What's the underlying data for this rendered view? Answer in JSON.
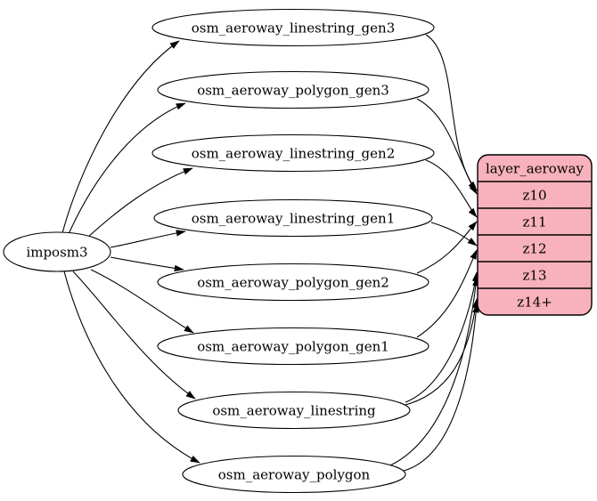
{
  "source": {
    "label": "imposm3"
  },
  "tables": [
    {
      "label": "osm_aeroway_linestring_gen3"
    },
    {
      "label": "osm_aeroway_polygon_gen3"
    },
    {
      "label": "osm_aeroway_linestring_gen2"
    },
    {
      "label": "osm_aeroway_linestring_gen1"
    },
    {
      "label": "osm_aeroway_polygon_gen2"
    },
    {
      "label": "osm_aeroway_polygon_gen1"
    },
    {
      "label": "osm_aeroway_linestring"
    },
    {
      "label": "osm_aeroway_polygon"
    }
  ],
  "layer": {
    "title": "layer_aeroway",
    "rows": [
      "z10",
      "z11",
      "z12",
      "z13",
      "z14+"
    ]
  },
  "connections": [
    {
      "from": "imposm3",
      "to": "osm_aeroway_linestring_gen3"
    },
    {
      "from": "imposm3",
      "to": "osm_aeroway_polygon_gen3"
    },
    {
      "from": "imposm3",
      "to": "osm_aeroway_linestring_gen2"
    },
    {
      "from": "imposm3",
      "to": "osm_aeroway_linestring_gen1"
    },
    {
      "from": "imposm3",
      "to": "osm_aeroway_polygon_gen2"
    },
    {
      "from": "imposm3",
      "to": "osm_aeroway_polygon_gen1"
    },
    {
      "from": "imposm3",
      "to": "osm_aeroway_linestring"
    },
    {
      "from": "imposm3",
      "to": "osm_aeroway_polygon"
    },
    {
      "from": "osm_aeroway_linestring_gen3",
      "to": "z10"
    },
    {
      "from": "osm_aeroway_polygon_gen3",
      "to": "z10"
    },
    {
      "from": "osm_aeroway_linestring_gen2",
      "to": "z11"
    },
    {
      "from": "osm_aeroway_polygon_gen2",
      "to": "z11"
    },
    {
      "from": "osm_aeroway_linestring_gen1",
      "to": "z12"
    },
    {
      "from": "osm_aeroway_polygon_gen1",
      "to": "z12"
    },
    {
      "from": "osm_aeroway_linestring",
      "to": "z13"
    },
    {
      "from": "osm_aeroway_polygon",
      "to": "z13"
    },
    {
      "from": "osm_aeroway_linestring",
      "to": "z14+"
    },
    {
      "from": "osm_aeroway_polygon",
      "to": "z14+"
    }
  ],
  "colors": {
    "layer_fill": "#f8b2bd",
    "table_fill": "#ffffff",
    "stroke": "#000000",
    "text": "#000000",
    "background": "#ffffff"
  }
}
